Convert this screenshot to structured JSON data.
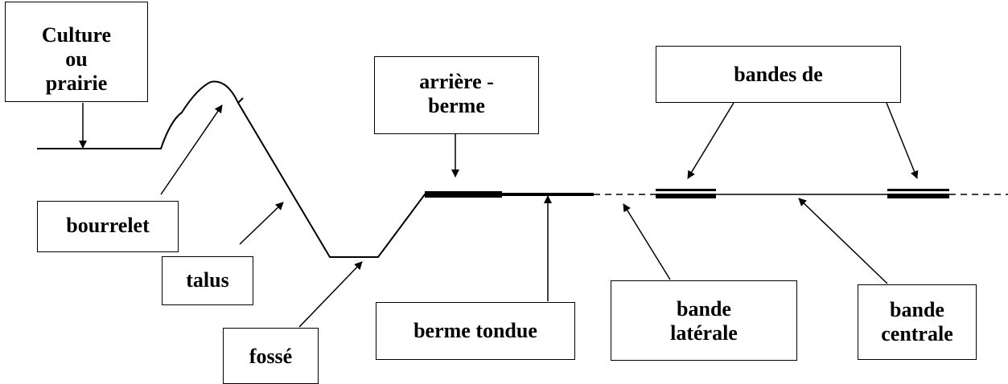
{
  "labels": {
    "culture_line1": "Culture",
    "culture_line2": "ou",
    "culture_line3": "prairie",
    "arriere_line1": "arrière -",
    "arriere_line2": "berme",
    "bandes_de": "bandes de",
    "bourrelet": "bourrelet",
    "talus": "talus",
    "fosse": "fossé",
    "berme_tondue": "berme tondue",
    "bande_laterale_line1": "bande",
    "bande_laterale_line2": "latérale",
    "bande_centrale_line1": "bande",
    "bande_centrale_line2": "centrale"
  }
}
